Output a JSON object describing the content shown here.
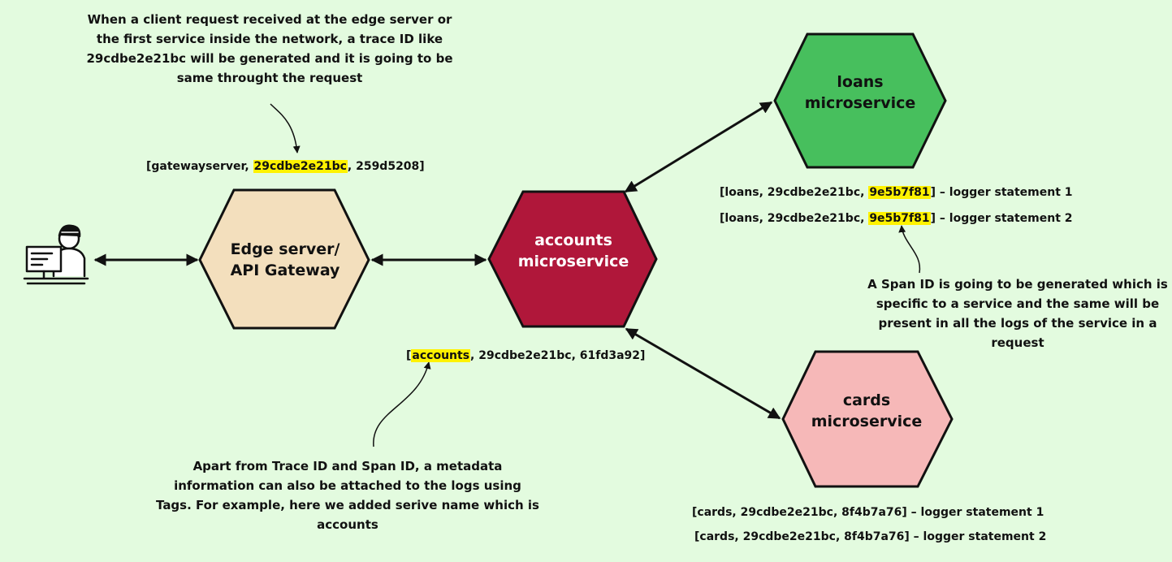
{
  "colors": {
    "background": "#e3fbdf",
    "edge": "#f3dfbd",
    "accounts": "#b0173a",
    "loans": "#47bf5d",
    "cards": "#f6b8b8",
    "highlight": "#fff200"
  },
  "nodes": {
    "client": {
      "icon": "user-at-computer-icon"
    },
    "edge": {
      "line1": "Edge server/",
      "line2": "API Gateway"
    },
    "accounts": {
      "line1": "accounts",
      "line2": "microservice"
    },
    "loans": {
      "line1": "loans",
      "line2": "microservice"
    },
    "cards": {
      "line1": "cards",
      "line2": "microservice"
    }
  },
  "notes": {
    "trace_id": "When a client request received at the edge server or the first service inside the network, a trace ID like 29cdbe2e21bc will be generated and it is going to be same throught the request",
    "span_id": "A Span ID is going to be generated which is specific to a service and the same will be present in all the logs of the service in a request",
    "tags": "Apart from Trace ID and Span ID, a metadata information can also be attached to the logs using Tags. For example, here we added serive name which is accounts"
  },
  "logs": {
    "gateway": {
      "pre": "[gatewayserver, ",
      "hl": "29cdbe2e21bc",
      "post": ", 259d5208]"
    },
    "accounts": {
      "pre": "[",
      "hl": "accounts",
      "post": ", 29cdbe2e21bc, 61fd3a92]"
    },
    "loans1": {
      "pre": "[loans, 29cdbe2e21bc, ",
      "hl": "9e5b7f81",
      "post": "] – logger statement 1"
    },
    "loans2": {
      "pre": "[loans, 29cdbe2e21bc, ",
      "hl": "9e5b7f81",
      "post": "] – logger statement 2"
    },
    "cards1": "[cards, 29cdbe2e21bc, 8f4b7a76] – logger statement 1",
    "cards2": "[cards, 29cdbe2e21bc, 8f4b7a76] – logger statement 2"
  }
}
